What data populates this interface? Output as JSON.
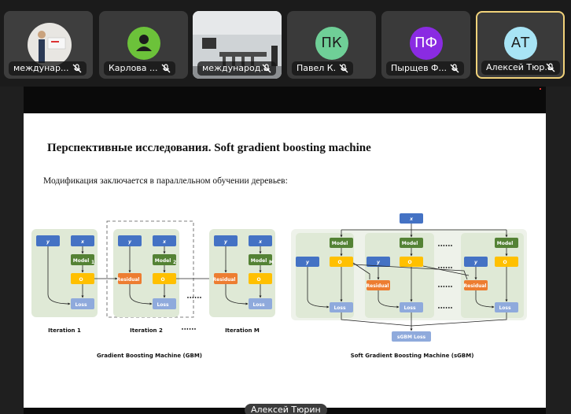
{
  "participants": [
    {
      "name": "междунар...",
      "type": "video"
    },
    {
      "name": "Карлова ...",
      "type": "avatar-icon",
      "color": "#6cc23a"
    },
    {
      "name": "международ...",
      "type": "video"
    },
    {
      "name": "Павел К.",
      "initials": "ПК",
      "type": "initials",
      "color": "#6fcf97"
    },
    {
      "name": "Пырщев Ф...",
      "initials": "ПФ",
      "type": "initials",
      "color": "#8a2be2"
    },
    {
      "name": "Алексей Тюр...",
      "initials": "АТ",
      "type": "initials",
      "color": "#a8e4f5",
      "active": true
    }
  ],
  "slide": {
    "title": "Перспективные исследования. Soft gradient boosting machine",
    "subtitle": "Модификация заключается в параллельном обучении деревьев:",
    "gbm": {
      "y": "y",
      "x": "x",
      "model1": "Model",
      "model_sub_1": "1",
      "model_sub_2": "2",
      "model_sub_m": "M",
      "o": "O",
      "residual": "Residual",
      "loss": "Loss",
      "iter1": "Iteration 1",
      "iter2": "Iteration 2",
      "iterm": "Iteration M",
      "dots": "••••••",
      "caption": "Gradient Boosting Machine (GBM)"
    },
    "sgbm": {
      "x": "x",
      "y": "y",
      "model": "Model",
      "o": "O",
      "residual": "Residual",
      "loss": "Loss",
      "dots": "••••••",
      "combined_loss": "sGBM Loss",
      "caption": "Soft Gradient Boosting Machine (sGBM)"
    }
  },
  "speaker": "Алексей Тюрин",
  "colors": {
    "blue": "#4472c4",
    "green": "#548235",
    "orange": "#ed7d31",
    "yellow": "#ffc000",
    "light_blue": "#8faadc",
    "panel": "#dfe9d6"
  }
}
